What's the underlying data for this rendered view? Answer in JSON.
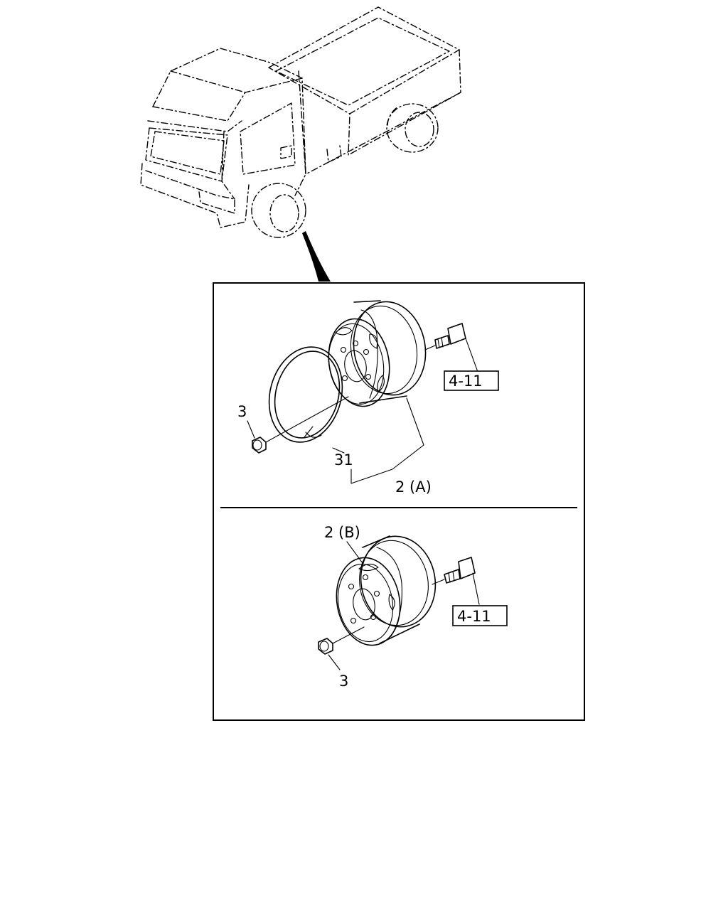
{
  "callouts": {
    "nut_a": "3",
    "ring_a": "31",
    "wheel_a": "2 (A)",
    "ref_a": "4-11",
    "wheel_b": "2 (B)",
    "ref_b": "4-11",
    "nut_b": "3"
  }
}
